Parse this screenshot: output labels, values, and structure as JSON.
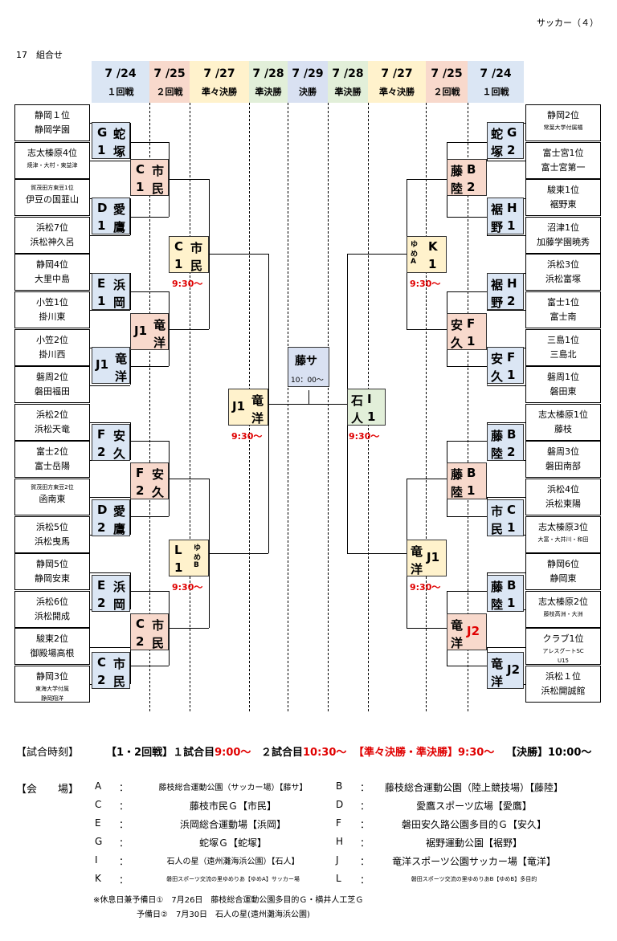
{
  "page_header": "サッカー（４）",
  "section_title": "17　組合せ",
  "columns": [
    {
      "date": "7 /24",
      "round": "１回戦"
    },
    {
      "date": "7 /25",
      "round": "２回戦"
    },
    {
      "date": "7 /27",
      "round": "準々決勝"
    },
    {
      "date": "7 /28",
      "round": "準決勝"
    },
    {
      "date": "7 /29",
      "round": "決勝"
    },
    {
      "date": "7 /28",
      "round": "準決勝"
    },
    {
      "date": "7 /27",
      "round": "準々決勝"
    },
    {
      "date": "7 /25",
      "round": "２回戦"
    },
    {
      "date": "7 /24",
      "round": "１回戦"
    }
  ],
  "left_teams": [
    {
      "seed": "静岡１位",
      "name": "静岡学園"
    },
    {
      "seed": "志太榛原4位",
      "name": "焼津・大村・東益津",
      "small": true
    },
    {
      "seed": "賀茂田方東豆1位",
      "name": "伊豆の国韮山",
      "seed_small": true
    },
    {
      "seed": "浜松7位",
      "name": "浜松神久呂"
    },
    {
      "seed": "静岡4位",
      "name": "大里中島"
    },
    {
      "seed": "小笠1位",
      "name": "掛川東"
    },
    {
      "seed": "小笠2位",
      "name": "掛川西"
    },
    {
      "seed": "磐周2位",
      "name": "磐田福田"
    },
    {
      "seed": "浜松2位",
      "name": "浜松天竜"
    },
    {
      "seed": "富士2位",
      "name": "富士岳陽"
    },
    {
      "seed": "賀茂田方東豆2位",
      "name": "函南東",
      "seed_small": true
    },
    {
      "seed": "浜松5位",
      "name": "浜松曳馬"
    },
    {
      "seed": "静岡5位",
      "name": "静岡安東"
    },
    {
      "seed": "浜松6位",
      "name": "浜松開成"
    },
    {
      "seed": "駿東2位",
      "name": "御殿場高根"
    },
    {
      "seed": "静岡3位",
      "name": "東海大学付属",
      "name2": "静岡翔洋",
      "small": true
    }
  ],
  "right_teams": [
    {
      "seed": "静岡2位",
      "name": "常葉大学付属橘",
      "small": true
    },
    {
      "seed": "富士宮1位",
      "name": "富士宮第一"
    },
    {
      "seed": "駿東1位",
      "name": "裾野東"
    },
    {
      "seed": "沼津1位",
      "name": "加藤学園暁秀"
    },
    {
      "seed": "浜松3位",
      "name": "浜松富塚"
    },
    {
      "seed": "富士1位",
      "name": "富士南"
    },
    {
      "seed": "三島1位",
      "name": "三島北"
    },
    {
      "seed": "磐周1位",
      "name": "磐田東"
    },
    {
      "seed": "志太榛原1位",
      "name": "藤枝"
    },
    {
      "seed": "磐周3位",
      "name": "磐田南部"
    },
    {
      "seed": "浜松4位",
      "name": "浜松東陽"
    },
    {
      "seed": "志太榛原3位",
      "name": "大富・大井川・和田",
      "small": true
    },
    {
      "seed": "静岡6位",
      "name": "静岡東"
    },
    {
      "seed": "志太榛原2位",
      "name": "藤枝高洲・大洲",
      "small": true
    },
    {
      "seed": "クラブ1位",
      "name": "アレスグートSC",
      "name2": "U15",
      "small": true
    },
    {
      "seed": "浜松１位",
      "name": "浜松開誠館"
    }
  ],
  "venue_boxes": {
    "l1_1": [
      "G",
      "1",
      "蛇",
      "塚"
    ],
    "l1_2": [
      "D",
      "1",
      "愛",
      "鷹"
    ],
    "l1_3": [
      "E",
      "1",
      "浜",
      "岡"
    ],
    "l1_4": [
      "J1",
      "",
      "竜",
      "洋"
    ],
    "l1_5": [
      "F",
      "2",
      "安",
      "久"
    ],
    "l1_6": [
      "D",
      "2",
      "愛",
      "鷹"
    ],
    "l1_7": [
      "E",
      "2",
      "浜",
      "岡"
    ],
    "l1_8": [
      "C",
      "2",
      "市",
      "民"
    ],
    "l2_1": [
      "C",
      "1",
      "市",
      "民"
    ],
    "l2_2": [
      "J1",
      "",
      "竜",
      "洋"
    ],
    "l2_3": [
      "F",
      "2",
      "安",
      "久"
    ],
    "l2_4": [
      "C",
      "2",
      "市",
      "民"
    ],
    "l3_1": [
      "C",
      "1",
      "市",
      "民"
    ],
    "l3_2": [
      "L",
      "1",
      "ゆ",
      "め",
      "B"
    ],
    "l4": [
      "J1",
      "",
      "竜",
      "洋"
    ],
    "final": "藤サ",
    "r4": [
      "石",
      "人",
      "I",
      "1"
    ],
    "r3_1": [
      "ゆ",
      "め",
      "A",
      "K",
      "1"
    ],
    "r3_2": [
      "竜",
      "洋",
      "J1"
    ],
    "r2_1": [
      "藤",
      "陸",
      "B",
      "2"
    ],
    "r2_2": [
      "安",
      "久",
      "F",
      "1"
    ],
    "r2_3": [
      "藤",
      "陸",
      "B",
      "1"
    ],
    "r2_4": [
      "竜",
      "洋",
      "J2"
    ],
    "r1_1": [
      "蛇",
      "塚",
      "G",
      "2"
    ],
    "r1_2": [
      "裾",
      "野",
      "H",
      "1"
    ],
    "r1_3": [
      "裾",
      "野",
      "H",
      "2"
    ],
    "r1_4": [
      "安",
      "久",
      "F",
      "1"
    ],
    "r1_5": [
      "藤",
      "陸",
      "B",
      "2"
    ],
    "r1_6": [
      "市",
      "民",
      "C",
      "1"
    ],
    "r1_7": [
      "藤",
      "陸",
      "B",
      "1"
    ],
    "r1_8": [
      "竜",
      "洋",
      "J2"
    ]
  },
  "times": {
    "qf": "9:30〜",
    "sf": "9:30〜",
    "final": "10：00〜"
  },
  "schedule": {
    "label": "【試合時刻】",
    "r12_label": "【1・2回戦】１試合目",
    "r12_first": "9:00〜",
    "r12_second_label": "２試合目",
    "r12_second": "10:30〜",
    "qf_sf": "【準々決勝・準決勝】9:30〜",
    "final": "【決勝】10:00〜"
  },
  "venues_label": "【会　　場】",
  "venues": [
    {
      "code": "A",
      "name": "藤枝総合運動公園（サッカー場）【藤サ】",
      "small": true
    },
    {
      "code": "B",
      "name": "藤枝総合運動公園（陸上競技場）【藤陸】"
    },
    {
      "code": "C",
      "name": "藤枝市民Ｇ【市民】"
    },
    {
      "code": "D",
      "name": "愛鷹スポーツ広場【愛鷹】"
    },
    {
      "code": "E",
      "name": "浜岡総合運動場【浜岡】"
    },
    {
      "code": "F",
      "name": "磐田安久路公園多目的Ｇ【安久】"
    },
    {
      "code": "G",
      "name": "蛇塚Ｇ【蛇塚】"
    },
    {
      "code": "H",
      "name": "裾野運動公園【裾野】"
    },
    {
      "code": "I",
      "name": "石人の星（遠州灘海浜公園）【石人】",
      "small": true
    },
    {
      "code": "J",
      "name": "竜洋スポーツ公園サッカー場【竜洋】"
    },
    {
      "code": "K",
      "name": "磐田スポーツ交流の里ゆめりあ【ゆめA】サッカー場",
      "tiny": true
    },
    {
      "code": "L",
      "name": "磐田スポーツ交流の里ゆめりあB【ゆめB】多目的",
      "tiny": true
    }
  ],
  "notes": {
    "line1": "※休息日兼予備日①　7月26日　藤枝総合運動公園多目的Ｇ・横井人工芝Ｇ",
    "line2": "予備日②　7月30日　石人の星(遠州灘海浜公園)"
  }
}
